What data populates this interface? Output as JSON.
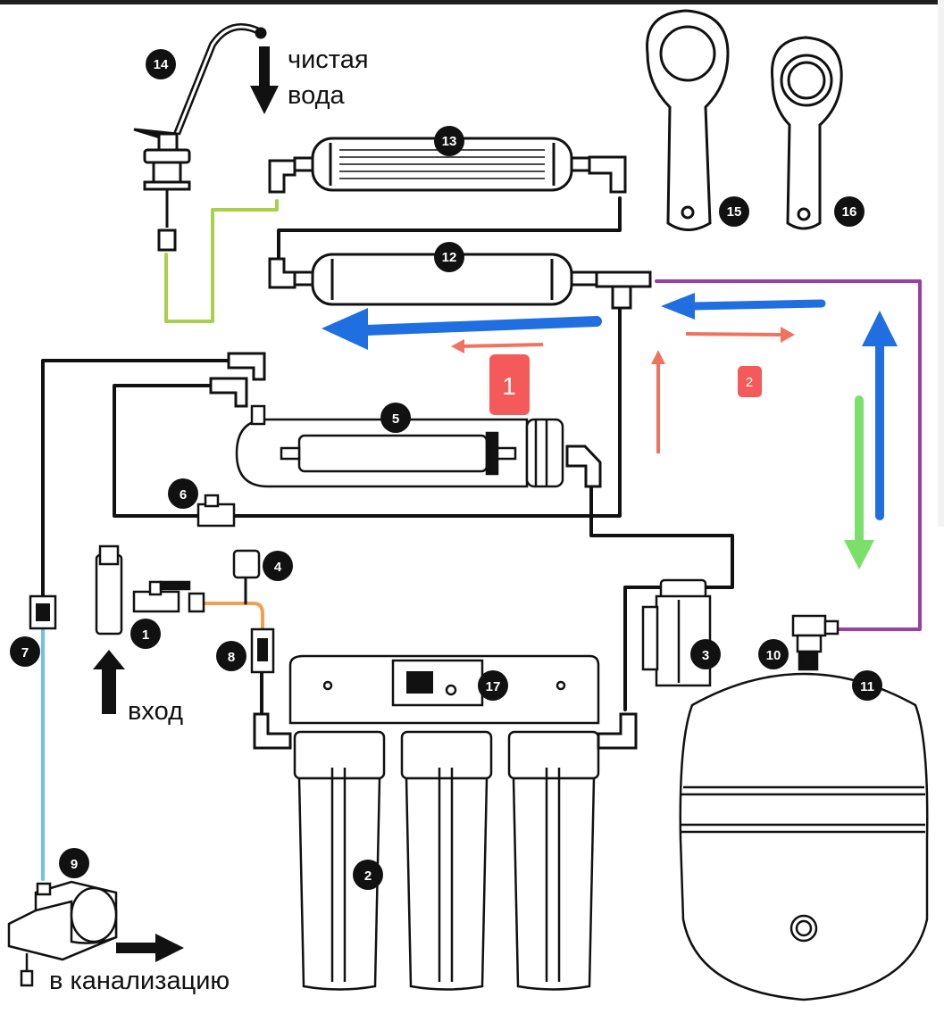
{
  "labels": {
    "clean_water_line1": "чистая",
    "clean_water_line2": "вода",
    "inlet": "вход",
    "drain": "в канализацию"
  },
  "markers": {
    "m1": "1",
    "m2": "2"
  },
  "components": {
    "n1": "1",
    "n2": "2",
    "n3": "3",
    "n4": "4",
    "n5": "5",
    "n6": "6",
    "n7": "7",
    "n8": "8",
    "n9": "9",
    "n10": "10",
    "n11": "11",
    "n12": "12",
    "n13": "13",
    "n14": "14",
    "n15": "15",
    "n16": "16",
    "n17": "17"
  },
  "colors": {
    "flow_blue": "#1f6fe0",
    "flow_red": "#f0735f",
    "flow_green": "#7be06a",
    "tube_purple": "#9b3fa8",
    "tube_green": "#a8d04a",
    "tube_blue": "#6cc4e6",
    "tube_orange": "#f0a050",
    "marker_red": "#f45a5a"
  }
}
